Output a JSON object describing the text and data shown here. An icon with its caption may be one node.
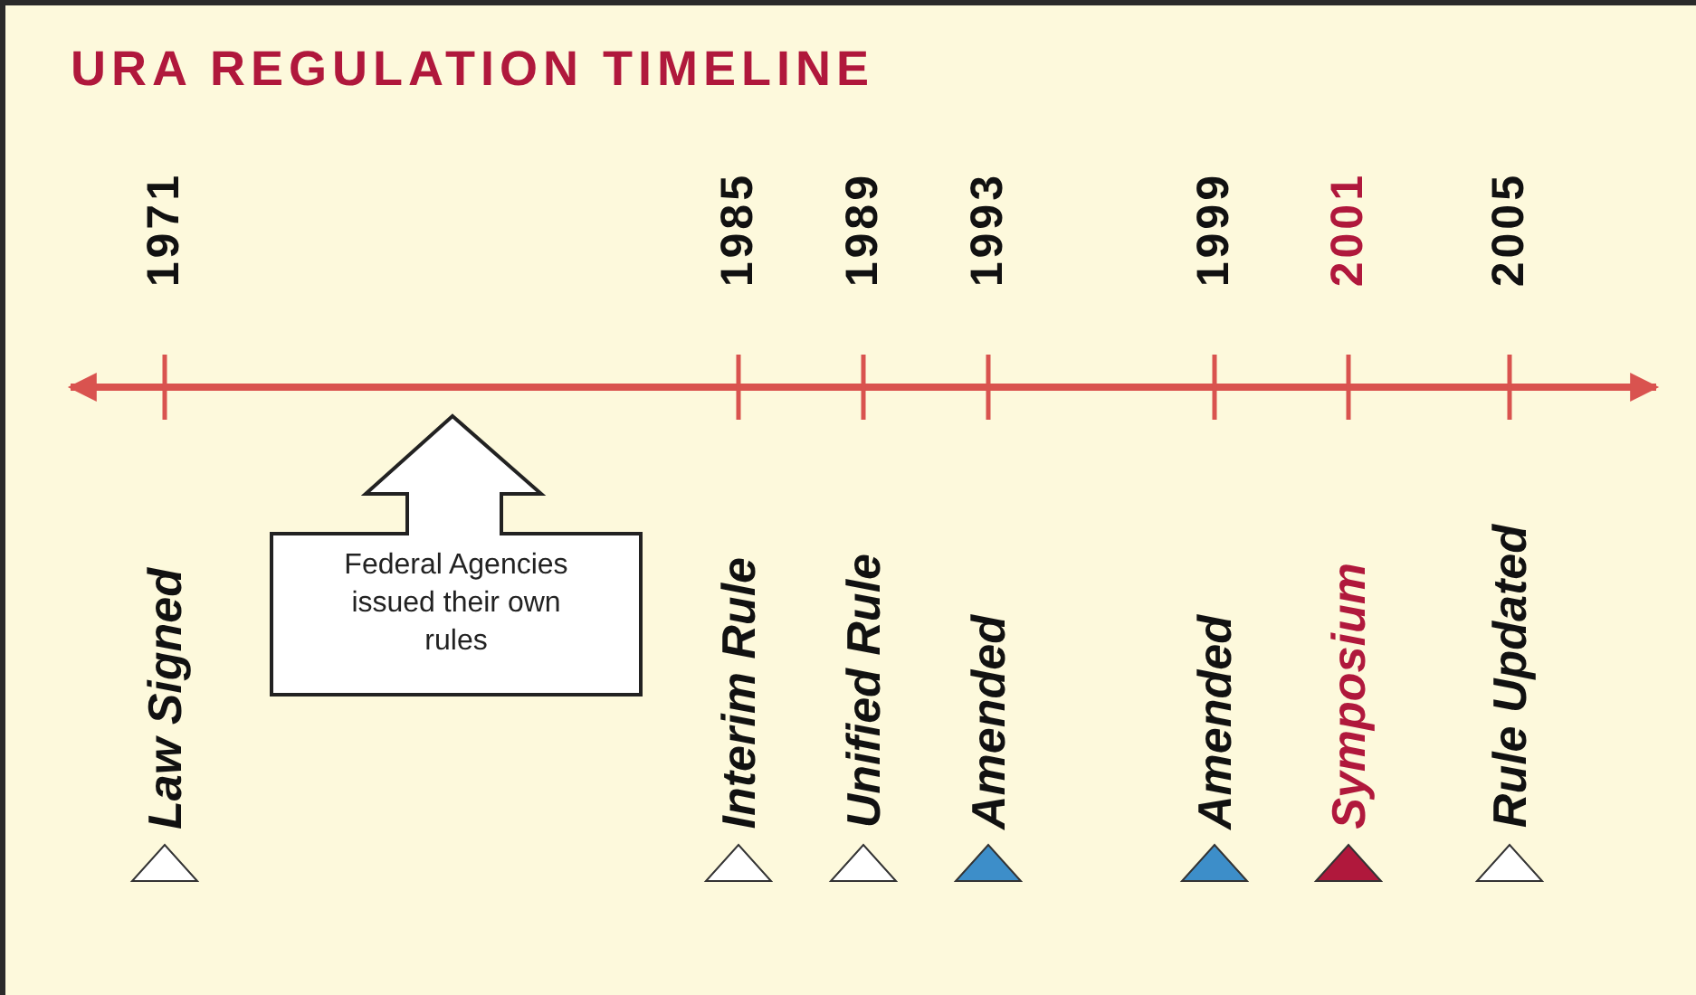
{
  "diagram": {
    "title": "URA REGULATION TIMELINE",
    "nodes": [
      {
        "text": [
          "Federal Agencies issued their own rules"
        ]
      }
    ],
    "labels": [
      "1971",
      "1985",
      "1989",
      "1993",
      "1999",
      "2001",
      "2005",
      "Law Signed",
      "Interim Rule",
      "Unified Rule",
      "Amended",
      "Amended",
      "Symposium",
      "Rule Updated"
    ]
  }
}
